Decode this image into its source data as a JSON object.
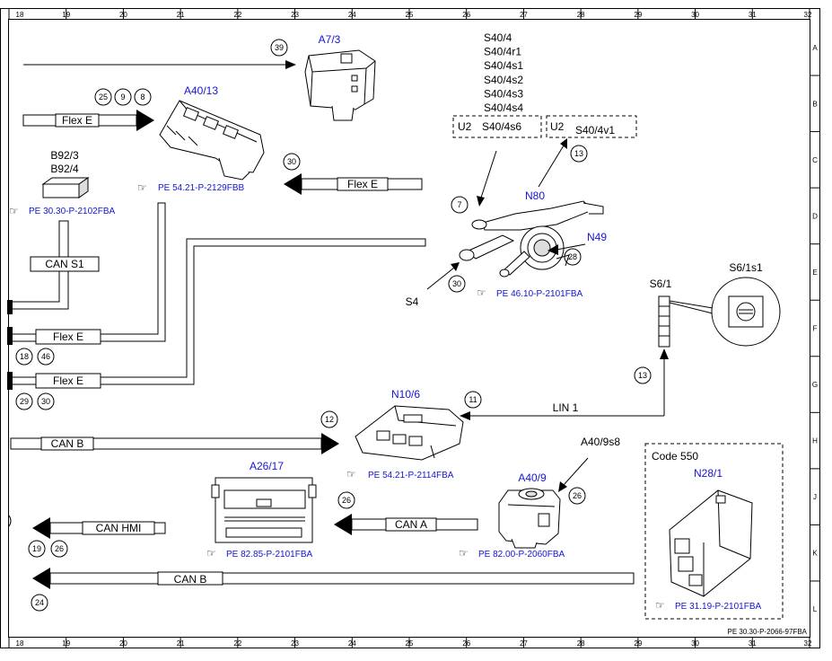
{
  "grid": {
    "columns": [
      "18",
      "19",
      "20",
      "21",
      "22",
      "23",
      "24",
      "25",
      "26",
      "27",
      "28",
      "29",
      "30",
      "31",
      "32"
    ],
    "rows": [
      "A",
      "B",
      "C",
      "D",
      "E",
      "F",
      "G",
      "H",
      "J",
      "K",
      "L"
    ]
  },
  "components": {
    "a7_3": "A7/3",
    "a40_13": "A40/13",
    "b92_3": "B92/3",
    "b92_4": "B92/4",
    "s40_list": [
      "S40/4",
      "S40/4r1",
      "S40/4s1",
      "S40/4s2",
      "S40/4s3",
      "S40/4s4"
    ],
    "u2_left": "U2",
    "s40_4s6": "S40/4s6",
    "u2_right": "U2",
    "s40_4v1": "S40/4v1",
    "n80": "N80",
    "n49": "N49",
    "s4": "S4",
    "s6_1": "S6/1",
    "s6_1s1": "S6/1s1",
    "n10_6": "N10/6",
    "a26_17": "A26/17",
    "a40_9s8": "A40/9s8",
    "a40_9": "A40/9",
    "code_550": "Code 550",
    "n28_1": "N28/1"
  },
  "buses": {
    "flex_e_1": "Flex E",
    "flex_e_2": "Flex E",
    "flex_e_3": "Flex E",
    "flex_e_4": "Flex E",
    "can_s1": "CAN S1",
    "can_b_1": "CAN B",
    "can_b_2": "CAN B",
    "can_hmi": "CAN HMI",
    "can_a": "CAN A",
    "lin_1": "LIN 1"
  },
  "references": {
    "a40_13": "PE 54.21-P-2129FBB",
    "b92": "PE 30.30-P-2102FBA",
    "n80": "PE 46.10-P-2101FBA",
    "n10_6": "PE 54.21-P-2114FBA",
    "a26_17": "PE 82.85-P-2101FBA",
    "a40_9": "PE 82.00-P-2060FBA",
    "n28_1": "PE 31.19-P-2101FBA"
  },
  "callouts": {
    "c39": "39",
    "c25": "25",
    "c9": "9",
    "c8": "8",
    "c30a": "30",
    "c7": "7",
    "c13a": "13",
    "c28": "28",
    "c30b": "30",
    "c18": "18",
    "c46": "46",
    "c29": "29",
    "c30c": "30",
    "c13b": "13",
    "c11": "11",
    "c12": "12",
    "c26a": "26",
    "c26b": "26",
    "c19": "19",
    "c26c": "26",
    "c24": "24"
  },
  "footer": "PE 30.30-P-2066-97FBA"
}
